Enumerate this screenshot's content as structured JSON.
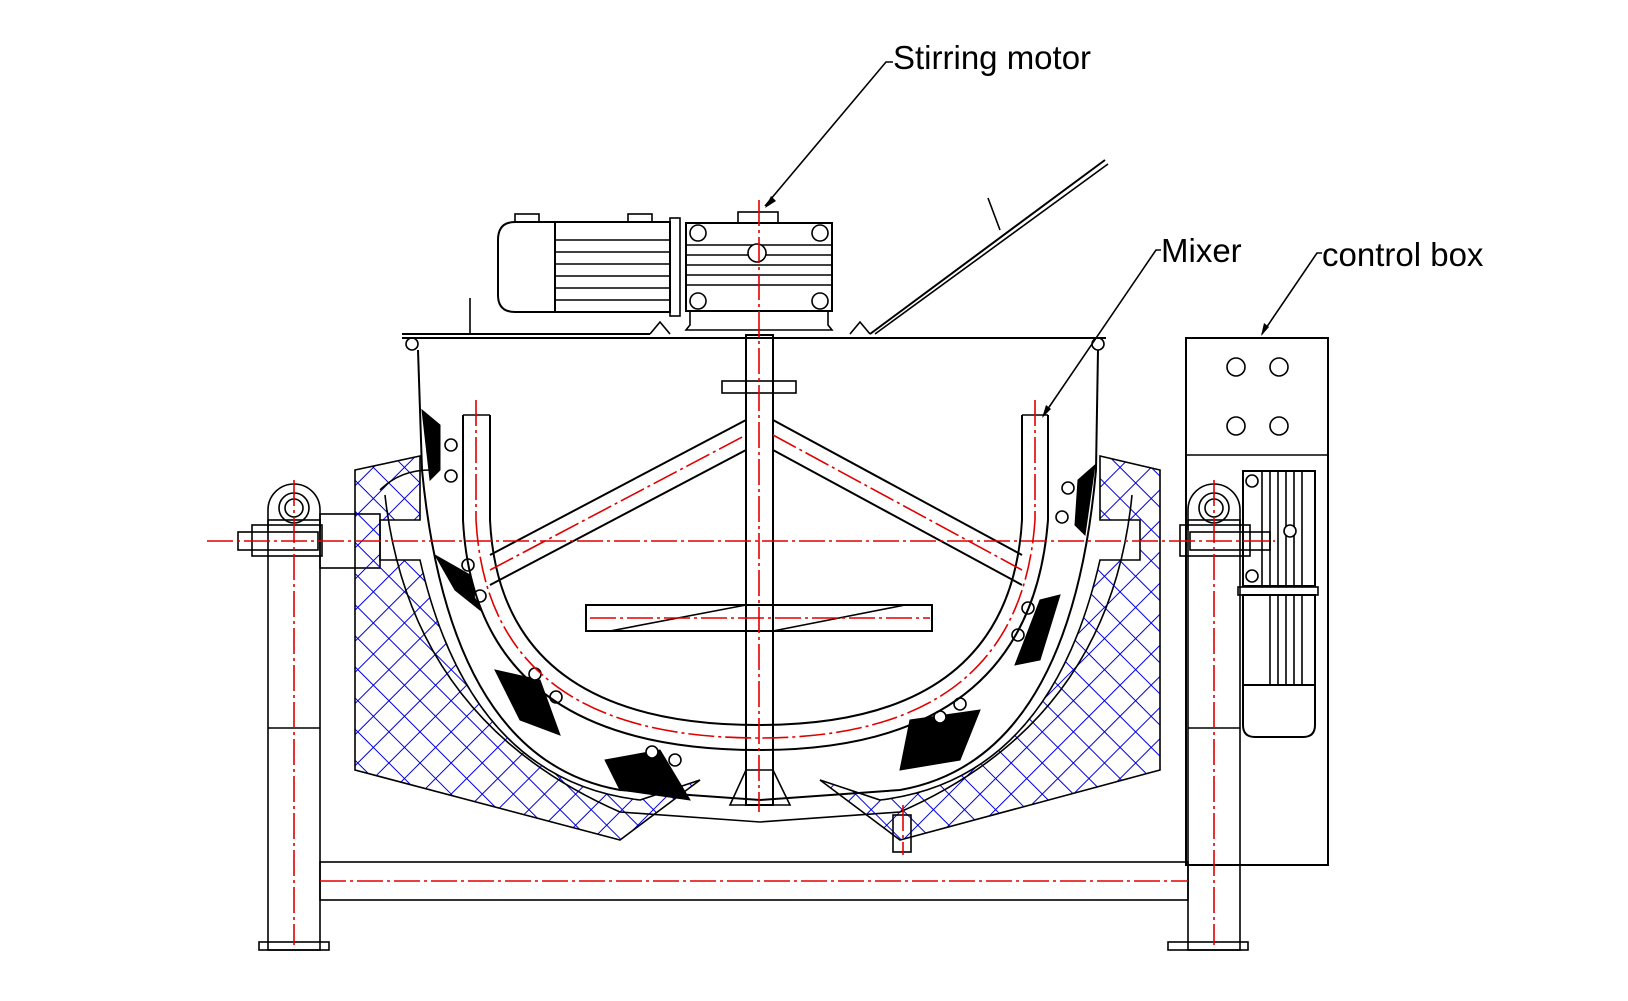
{
  "diagram": {
    "title": "Tilting jacketed kettle with stirrer – front view",
    "labels": {
      "stirring_motor": "Stirring motor",
      "mixer": "Mixer",
      "control_box": "control box"
    },
    "colors": {
      "outline": "#000000",
      "centerline": "#e00000",
      "insulation_hatch": "#0000e0",
      "background": "#ffffff"
    },
    "components": [
      {
        "id": "stirring-motor",
        "label": "Stirring motor"
      },
      {
        "id": "mixer",
        "label": "Mixer"
      },
      {
        "id": "control-box",
        "label": "control box"
      },
      {
        "id": "kettle-body"
      },
      {
        "id": "insulation-jacket"
      },
      {
        "id": "support-frame"
      },
      {
        "id": "lid"
      },
      {
        "id": "tilting-gear-motor"
      }
    ]
  }
}
